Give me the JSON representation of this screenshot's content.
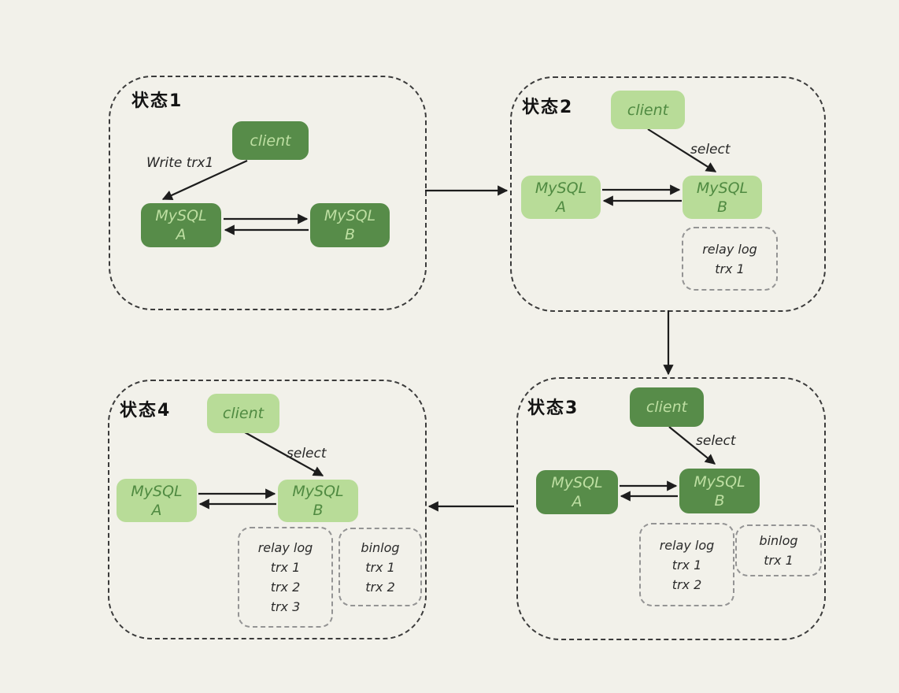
{
  "diagram": {
    "description_domain": "mysql-replication-states",
    "colors": {
      "background": "#f2f1ea",
      "node_dark_green": "#578c49",
      "node_light_green": "#b8dc98",
      "text_on_dark": "#bedfa2",
      "text_on_light": "#4f8a41",
      "panel_border": "#3b3b3b",
      "log_border": "#949494",
      "arrow": "#1d1d1d"
    }
  },
  "panels": [
    {
      "state_label": "状态1",
      "client_label": "client",
      "edge_label": "Write trx1",
      "node_a": {
        "line1": "MySQL",
        "line2": "A"
      },
      "node_b": {
        "line1": "MySQL",
        "line2": "B"
      },
      "logs": []
    },
    {
      "state_label": "状态2",
      "client_label": "client",
      "edge_label": "select",
      "node_a": {
        "line1": "MySQL",
        "line2": "A"
      },
      "node_b": {
        "line1": "MySQL",
        "line2": "B"
      },
      "logs": [
        {
          "title": "relay log",
          "entries": [
            "trx 1"
          ]
        }
      ]
    },
    {
      "state_label": "状态3",
      "client_label": "client",
      "edge_label": "select",
      "node_a": {
        "line1": "MySQL",
        "line2": "A"
      },
      "node_b": {
        "line1": "MySQL",
        "line2": "B"
      },
      "logs": [
        {
          "title": "relay log",
          "entries": [
            "trx 1",
            "trx 2"
          ]
        },
        {
          "title": "binlog",
          "entries": [
            "trx 1"
          ]
        }
      ]
    },
    {
      "state_label": "状态4",
      "client_label": "client",
      "edge_label": "select",
      "node_a": {
        "line1": "MySQL",
        "line2": "A"
      },
      "node_b": {
        "line1": "MySQL",
        "line2": "B"
      },
      "logs": [
        {
          "title": "relay log",
          "entries": [
            "trx 1",
            "trx 2",
            "trx 3"
          ]
        },
        {
          "title": "binlog",
          "entries": [
            "trx 1",
            "trx 2"
          ]
        }
      ]
    }
  ]
}
